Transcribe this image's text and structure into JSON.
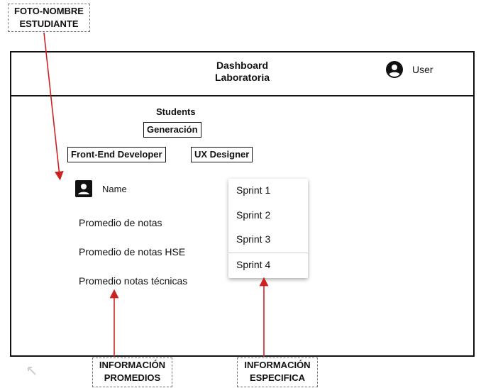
{
  "annotations": {
    "foto_nombre": [
      "FOTO-NOMBRE",
      "ESTUDIANTE"
    ],
    "info_promedios": [
      "INFORMACIÓN",
      "PROMEDIOS"
    ],
    "info_especifica": [
      "INFORMACIÓN",
      "ESPECIFICA"
    ]
  },
  "header": {
    "title_line1": "Dashboard",
    "title_line2": "Laboratoria",
    "user_label": "User",
    "user_icon": "account-circle-icon"
  },
  "main": {
    "students_label": "Students",
    "generation_label": "Generación",
    "tracks": [
      "Front-End Developer",
      "UX Designer"
    ],
    "student": {
      "photo_icon": "account-box-icon",
      "name_label": "Name"
    },
    "info": [
      "Promedio de notas",
      "Promedio de notas HSE",
      "Promedio notas técnicas"
    ],
    "sprint_menu": [
      "Sprint 1",
      "Sprint 2",
      "Sprint 3",
      "Sprint 4"
    ]
  },
  "colors": {
    "arrow": "#cc2222",
    "border": "#111111",
    "dashed": "#777777"
  }
}
